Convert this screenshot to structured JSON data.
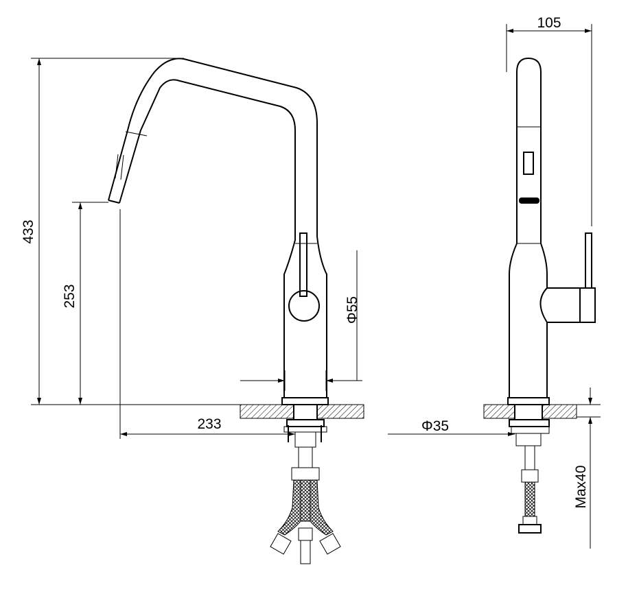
{
  "title": "Kitchen pull-out faucet dimension drawing",
  "dimensions": {
    "width_side": "105",
    "total_height": "433",
    "spout_height": "253",
    "body_diameter": "Φ55",
    "spout_reach": "233",
    "hole_diameter": "Φ35",
    "max_counter_thickness": "Max40"
  },
  "colors": {
    "line": "#000000",
    "background": "#ffffff"
  }
}
